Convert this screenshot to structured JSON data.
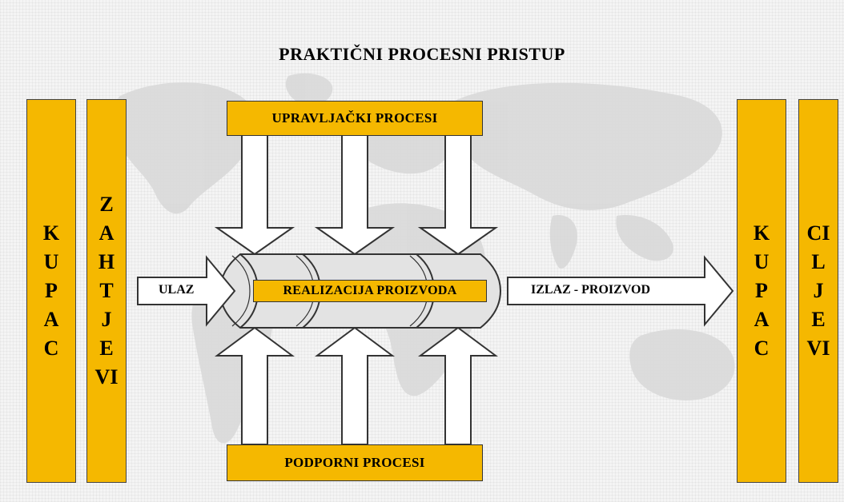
{
  "title": "PRAKTIČNI PROCESNI PRISTUP",
  "left": {
    "kupac": "KUPAC",
    "zahtjevi": "ZAHTJEVI"
  },
  "right": {
    "kupac": "KUPAC",
    "ciljevi": "CILJEVI"
  },
  "top_process": "UPRAVLJAČKI PROCESI",
  "bottom_process": "PODPORNI PROCESI",
  "center_process": "REALIZACIJA PROIZVODA",
  "input_label": "ULAZ",
  "output_label": "IZLAZ - PROIZVOD",
  "colors": {
    "accent": "#f5b800",
    "arrow_fill": "#ffffff",
    "cylinder_fill": "#e3e3e3",
    "stroke": "#333333"
  }
}
